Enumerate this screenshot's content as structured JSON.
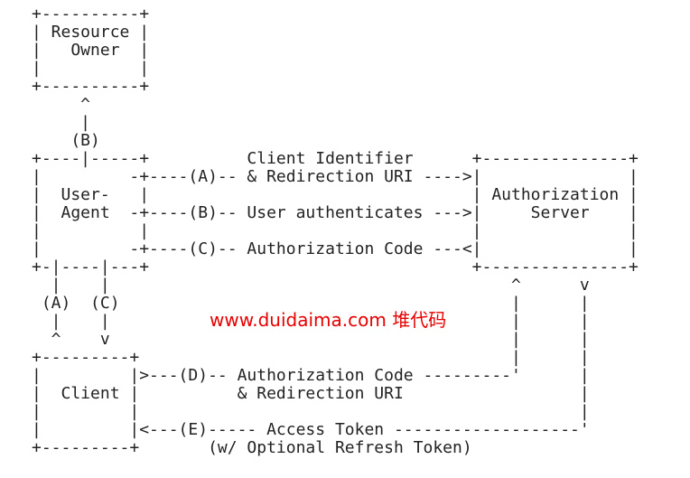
{
  "colors": {
    "text": "#222222",
    "watermark": "#e60000",
    "background": "#ffffff"
  },
  "diagram": {
    "lines": [
      "+----------+",
      "| Resource |",
      "|   Owner  |",
      "|          |",
      "+----------+",
      "     ^",
      "     |",
      "    (B)",
      "+----|-----+          Client Identifier      +---------------+",
      "|         -+----(A)-- & Redirection URI ---->|               |",
      "|  User-   |                                 | Authorization |",
      "|  Agent  -+----(B)-- User authenticates --->|     Server    |",
      "|          |                                 |               |",
      "|         -+----(C)-- Authorization Code ---<|               |",
      "+-|----|---+                                 +---------------+",
      "  |    |                                         ^      v",
      " (A)  (C)                                        |      |",
      "  |    |                                         |      |",
      "  ^    v                                         |      |",
      "+---------+                                      |      |",
      "|         |>---(D)-- Authorization Code ---------'      |",
      "|  Client |          & Redirection URI                  |",
      "|         |                                             |",
      "|         |<---(E)----- Access Token -------------------'",
      "+---------+       (w/ Optional Refresh Token)"
    ]
  },
  "watermark": {
    "text": "www.duidaima.com 堆代码"
  }
}
